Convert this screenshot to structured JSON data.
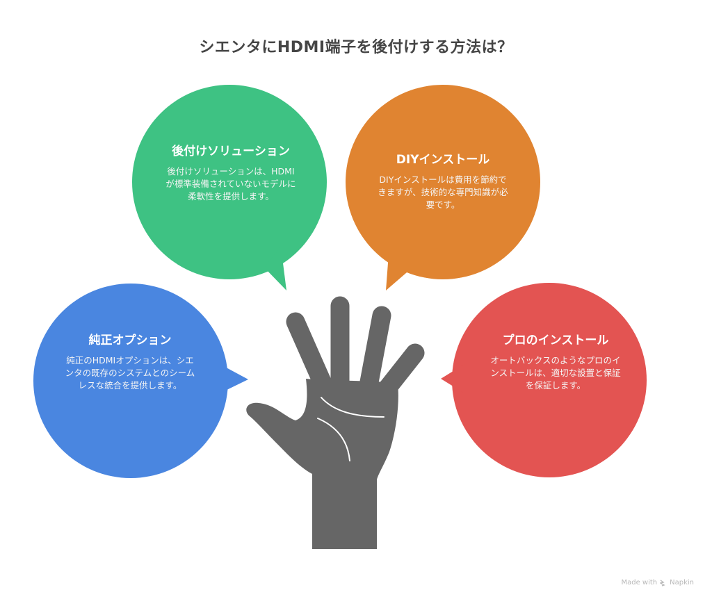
{
  "title": "シエンタにHDMI端子を後付けする方法は？",
  "colors": {
    "green": "#3EC283",
    "orange": "#E08431",
    "blue": "#4A86E0",
    "red": "#E35452",
    "hand": "#666666",
    "title_text": "#454545"
  },
  "bubbles": [
    {
      "id": "retrofit",
      "color": "#3EC283",
      "heading": "後付けソリューション",
      "body": "後付けソリューションは、HDMIが標準装備されていないモデルに柔軟性を提供します。"
    },
    {
      "id": "diy",
      "color": "#E08431",
      "heading": "DIYインストール",
      "body": "DIYインストールは費用を節約できますが、技術的な専門知識が必要です。"
    },
    {
      "id": "genuine",
      "color": "#4A86E0",
      "heading": "純正オプション",
      "body": "純正のHDMIオプションは、シエンタの既存のシステムとのシームレスな統合を提供します。"
    },
    {
      "id": "pro",
      "color": "#E35452",
      "heading": "プロのインストール",
      "body": "オートバックスのようなプロのインストールは、適切な設置と保証を保証します。"
    }
  ],
  "center_icon": "hand-icon",
  "footer": {
    "made_with": "Made with",
    "brand": "Napkin",
    "brand_icon": "napkin-logo-icon"
  }
}
